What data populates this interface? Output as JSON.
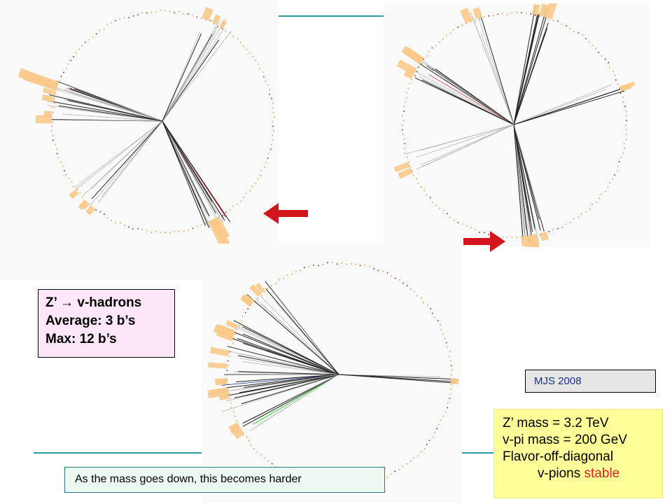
{
  "info_box": {
    "line1_pre": "Z’ ",
    "line1_arrow": "→",
    "line1_post": " v-hadrons",
    "line2": "Average: 3 b’s",
    "line3": "Max: 12 b’s"
  },
  "credit": "MJS 2008",
  "params": {
    "line1": "Z’ mass = 3.2 TeV",
    "line2": "v-pi mass = 200 GeV",
    "line3": "Flavor-off-diagonal",
    "line4_pre": "v-pions ",
    "line4_highlight": "stable"
  },
  "caption": "As the mass goes down, this becomes harder",
  "colors": {
    "teal_rule": "#2f9c9c",
    "arrow": "#d0161c",
    "info_bg": "#fde6f7",
    "params_bg": "#ffff99",
    "stable_text": "#d4261f",
    "credit_text": "#1b2f8e",
    "calo_block": "#fbc98a",
    "track_dark": "#222222",
    "track_light": "#b0b0b0"
  },
  "event_displays": [
    {
      "id": "top-left"
    },
    {
      "id": "top-right"
    },
    {
      "id": "bottom"
    }
  ],
  "arrows": [
    {
      "id": "arrow-left-pointing",
      "direction": "left"
    },
    {
      "id": "arrow-right-pointing",
      "direction": "right"
    }
  ]
}
